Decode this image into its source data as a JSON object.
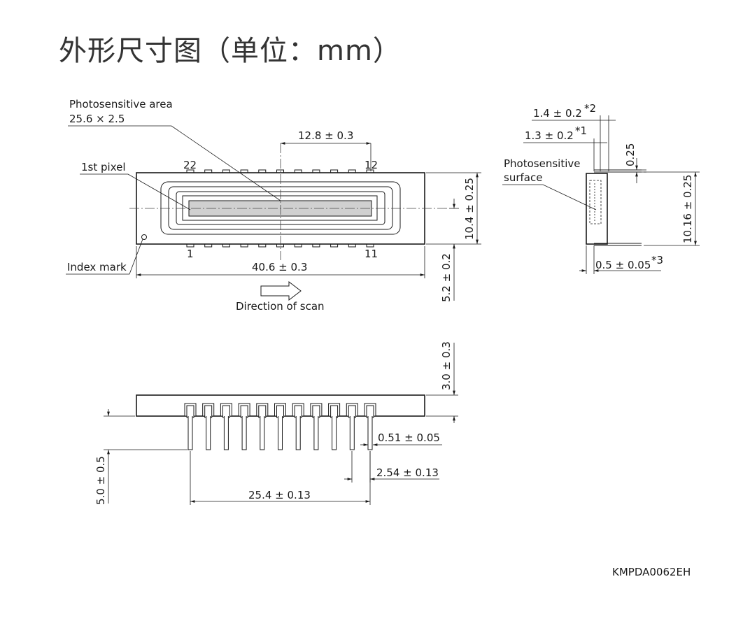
{
  "title": "外形尺寸图（单位：mm）",
  "figure_id": "KMPDA0062EH",
  "labels": {
    "photosensitive_area": "Photosensitive area",
    "photosensitive_area_size": "25.6 × 2.5",
    "first_pixel": "1st pixel",
    "index_mark": "Index mark",
    "direction_of_scan": "Direction of scan",
    "photosensitive_surface_1": "Photosensitive",
    "photosensitive_surface_2": "surface"
  },
  "pins": {
    "p22": "22",
    "p12": "12",
    "p1": "1",
    "p11": "11"
  },
  "dims": {
    "pitch_half": "12.8 ± 0.3",
    "length": "40.6 ± 0.3",
    "width": "10.4 ± 0.25",
    "center": "5.2 ± 0.2",
    "side_14": "1.4 ± 0.2",
    "side_14_note": "*2",
    "side_13": "1.3 ± 0.2",
    "side_13_note": "*1",
    "side_025": "0.25",
    "side_1016": "10.16 ± 0.25",
    "side_05": "0.5 ± 0.05",
    "side_05_note": "*3",
    "height": "3.0 ± 0.3",
    "lead_w": "0.51 ± 0.05",
    "lead_pitch": "2.54 ± 0.13",
    "lead_span": "25.4 ± 0.13",
    "lead_len": "5.0 ± 0.5"
  }
}
